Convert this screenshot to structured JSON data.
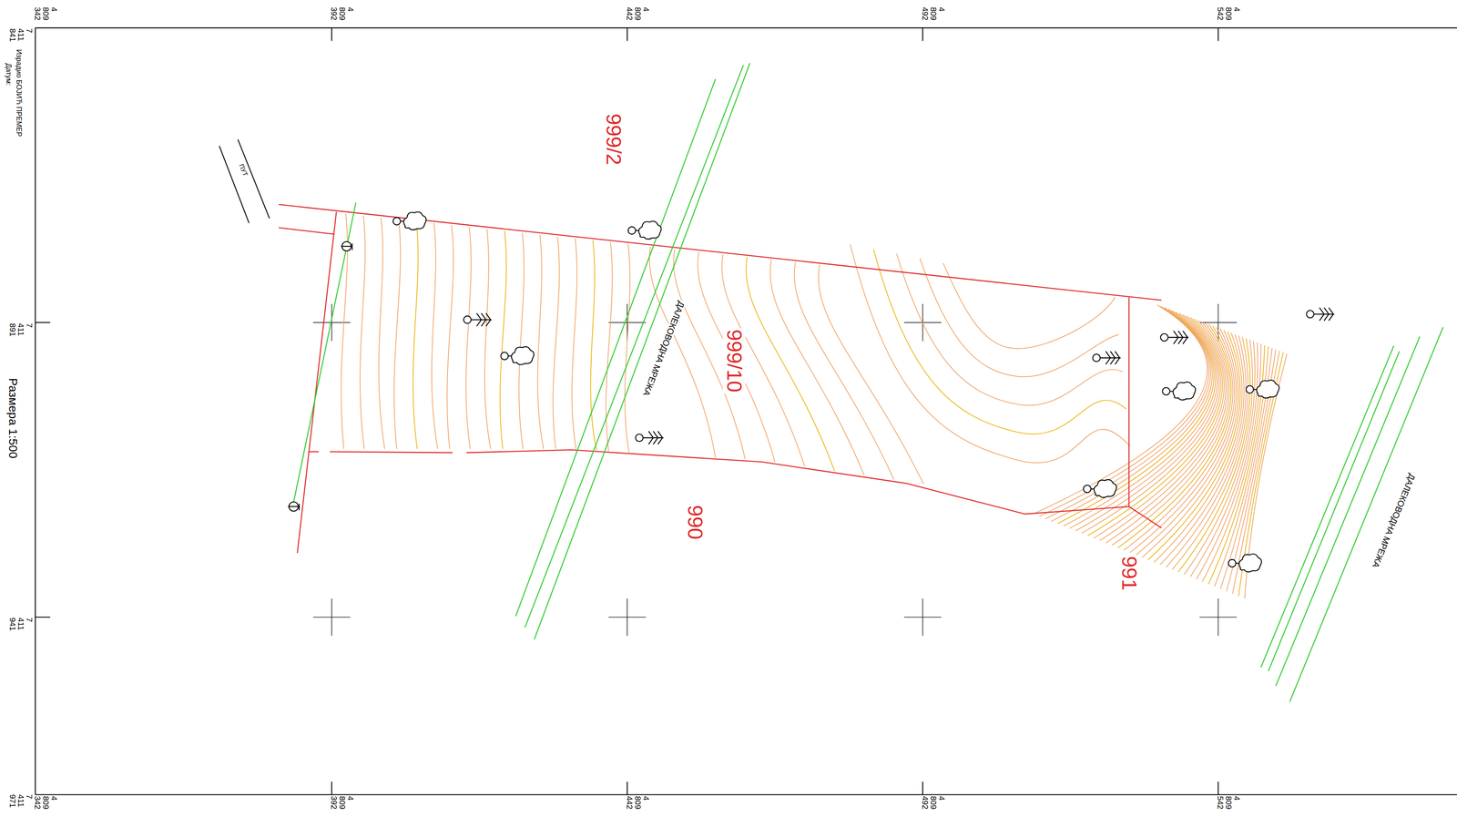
{
  "diagram": {
    "labels": [
      "Израдио БОЈИЋ ПРЕМЕР",
      "Датум:",
      "4 809 342",
      "4 809 392",
      "4 809 442",
      "4 809 492",
      "4 809 542",
      "4 809 342",
      "4 809 392",
      "4 809 442",
      "4 809 492",
      "4 809 542",
      "7 411 841",
      "7 411 891",
      "7 411 941",
      "7 411 971",
      "ПУТ",
      "999/2",
      "999/10",
      "990",
      "991",
      "ДАЛЕКОВОДНА МРЕЖА",
      "ДАЛЕКОВОДНА МРЕЖА",
      "Размера 1:500"
    ]
  }
}
